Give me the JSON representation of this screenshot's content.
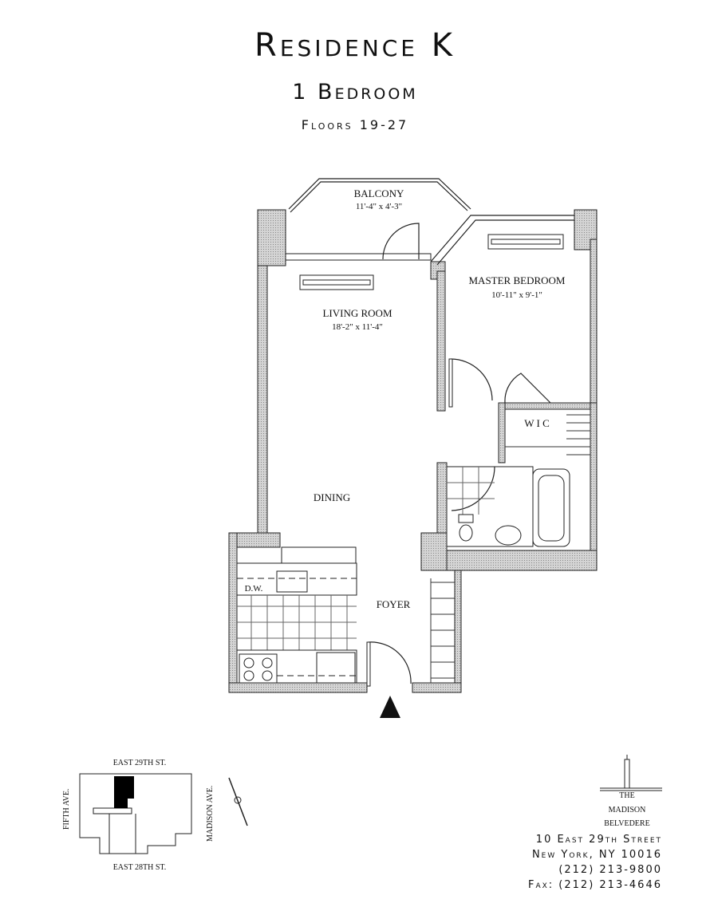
{
  "header": {
    "title": "Residence K",
    "subtitle": "1 Bedroom",
    "floors": "Floors 19-27"
  },
  "rooms": {
    "balcony": {
      "name": "BALCONY",
      "dims": "11'-4\" x 4'-3\""
    },
    "living": {
      "name": "LIVING ROOM",
      "dims": "18'-2\" x 11'-4\""
    },
    "master": {
      "name": "MASTER BEDROOM",
      "dims": "10'-11\" x  9'-1\""
    },
    "wic": {
      "name": "W I C"
    },
    "dining": {
      "name": "DINING"
    },
    "foyer": {
      "name": "FOYER"
    },
    "dw": {
      "name": "D.W."
    }
  },
  "keyplan": {
    "north_street": "EAST 29TH ST.",
    "south_street": "EAST 28TH ST.",
    "west_street": "FIFTH AVE.",
    "east_street": "MADISON AVE."
  },
  "logo": {
    "line1": "THE",
    "line2": "MADISON",
    "line3": "BELVEDERE"
  },
  "address": {
    "street": "10 East 29th Street",
    "city": "New York, NY 10016",
    "phone": "(212) 213-9800",
    "fax": "Fax: (212) 213-4646"
  }
}
